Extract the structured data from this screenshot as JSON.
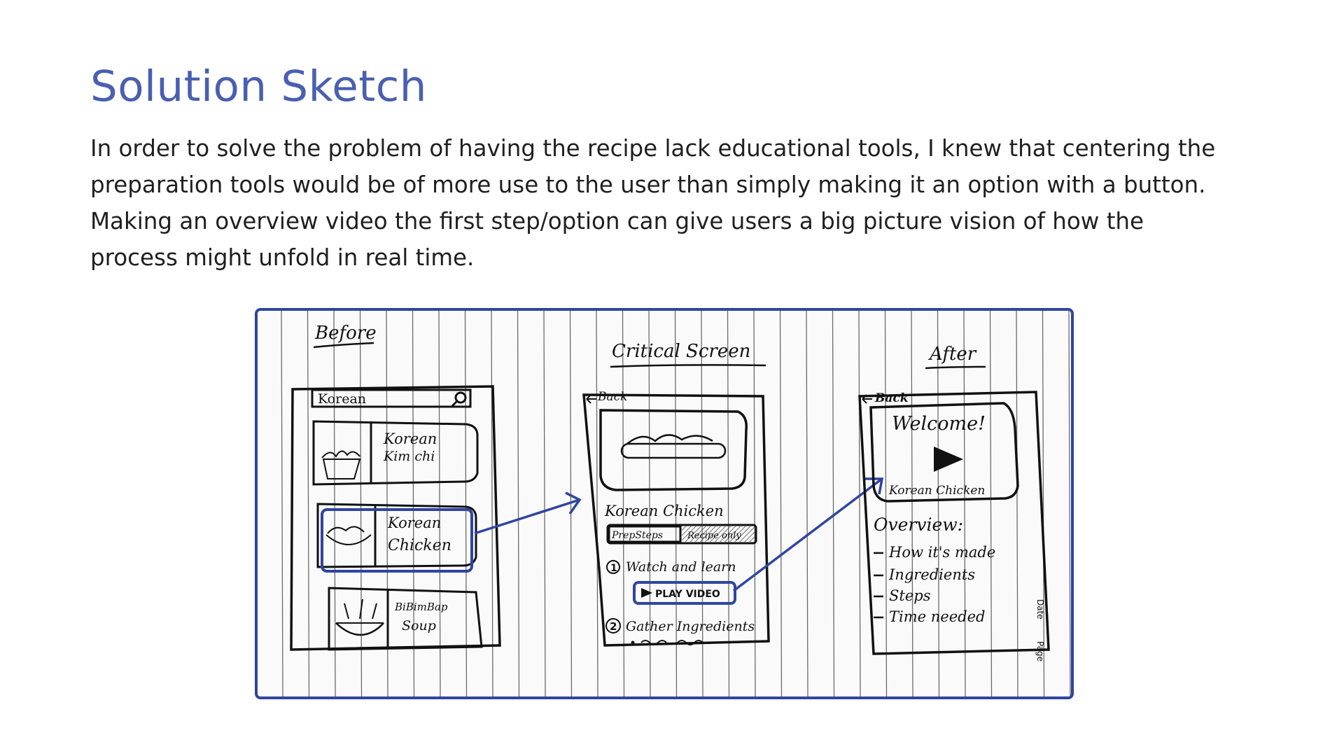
{
  "page": {
    "title": "Solution Sketch",
    "paragraph": "In order to solve the problem of having the recipe lack educational tools, I knew that centering the preparation tools would be of more use to the user than simply making it an option with a button. Making an overview video the first step/option can give users a big picture vision of how the process might unfold in real time."
  },
  "sketch": {
    "colors": {
      "accent": "#2f45a0",
      "ink": "#111111",
      "paper": "#fafafa"
    },
    "before": {
      "heading": "Before",
      "search_text": "Korean",
      "items": [
        {
          "line1": "Korean",
          "line2": "Kim chi"
        },
        {
          "line1": "Korean",
          "line2": "Chicken"
        },
        {
          "line1": "BiBimBap",
          "line2": "Soup"
        }
      ]
    },
    "critical": {
      "heading": "Critical Screen",
      "back": "Back",
      "recipe_title": "Korean Chicken",
      "tab_left": "PrepSteps",
      "tab_right": "Recipe only",
      "step1": "Watch and learn",
      "play_video": "PLAY VIDEO",
      "step2": "Gather Ingredients"
    },
    "after": {
      "heading": "After",
      "back": "Back",
      "welcome": "Welcome!",
      "video_caption": "Korean Chicken",
      "overview_label": "Overview:",
      "overview_items": [
        "How it's made",
        "Ingredients",
        "Steps",
        "Time needed"
      ],
      "page_marks": [
        "Date",
        "Page"
      ]
    }
  }
}
